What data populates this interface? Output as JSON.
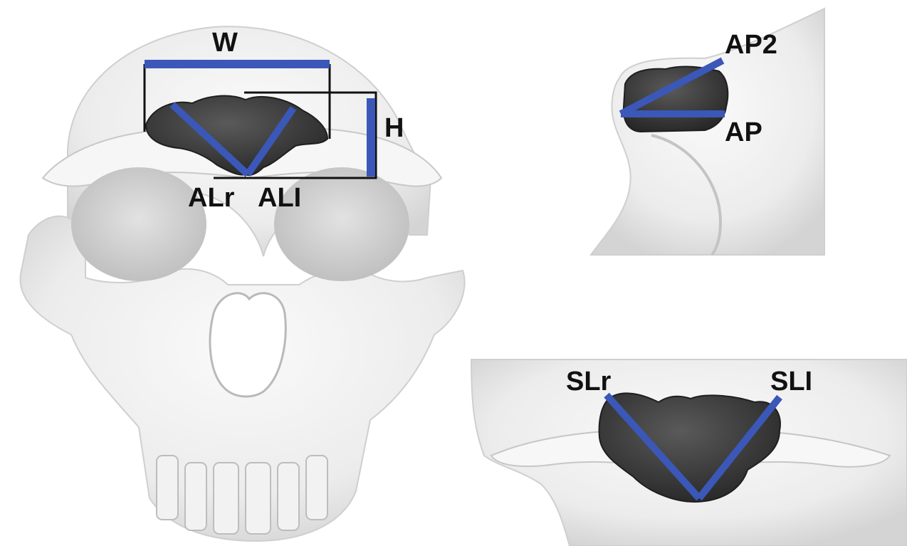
{
  "colors": {
    "background": "#ffffff",
    "bone": "#ededed",
    "bone_shadow": "#cfcfcf",
    "sinus": "#3a3a3a",
    "measure_line": "#3b57b8",
    "frame_line": "#111111"
  },
  "panels": {
    "frontal": {
      "labels": {
        "width": "W",
        "height": "H",
        "anterior_left_right": "ALr",
        "anterior_left_left": "ALI"
      }
    },
    "lateral": {
      "labels": {
        "ap2": "AP2",
        "ap": "AP"
      }
    },
    "superior": {
      "labels": {
        "superior_right": "SLr",
        "superior_left": "SLI"
      }
    }
  }
}
